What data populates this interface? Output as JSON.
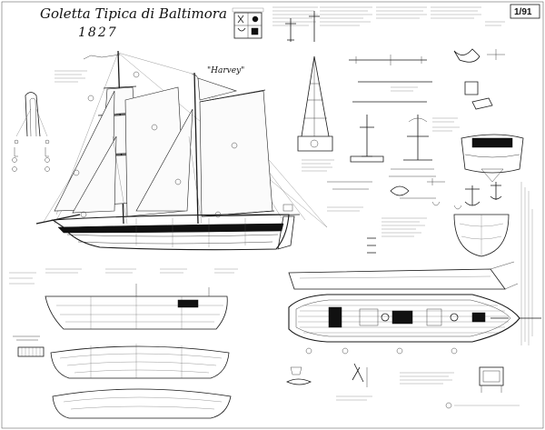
{
  "plate": {
    "title_line1": "Goletta Tipica di Baltimora",
    "title_line2": "1827",
    "ship_name": "\"Harvey\"",
    "plate_number": "1/91"
  }
}
